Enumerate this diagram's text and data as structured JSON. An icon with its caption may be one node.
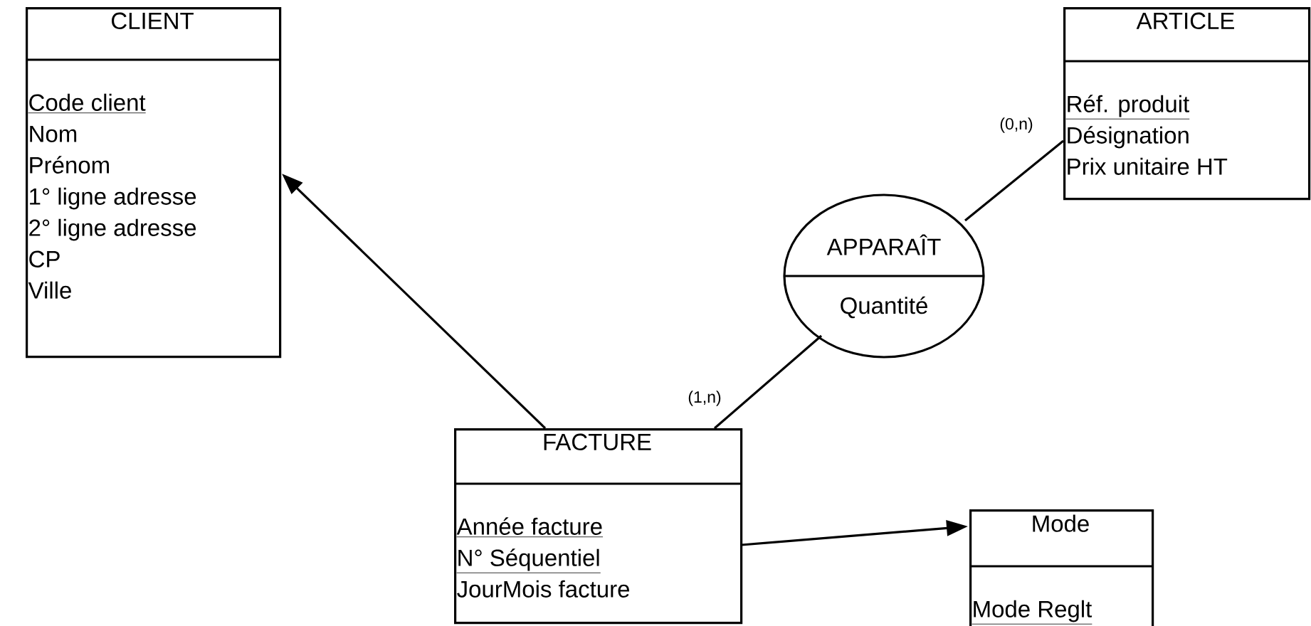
{
  "diagram": {
    "nodes": [
      {
        "text": [
          "CLIENT",
          "Code client",
          "Nom",
          "Prénom",
          "1° ligne adresse",
          "2° ligne adresse",
          "CP",
          "Ville"
        ]
      },
      {
        "text": [
          "ARTICLE",
          "Réf. produit",
          "Désignation",
          "Prix unitaire HT"
        ]
      },
      {
        "text": [
          "APPARAÎT",
          "Quantité"
        ]
      },
      {
        "text": [
          "FACTURE",
          "Année facture",
          "N° Séquentiel",
          "JourMois facture"
        ]
      },
      {
        "text": [
          "Mode",
          "Mode Reglt"
        ]
      }
    ],
    "edges": [
      {
        "from": 3,
        "to": 0,
        "arrow": "to"
      },
      {
        "from": 3,
        "to": 2,
        "arrow": "none",
        "label": "(1,n)"
      },
      {
        "from": 2,
        "to": 1,
        "arrow": "none",
        "label": "(0,n)"
      },
      {
        "from": 3,
        "to": 4,
        "arrow": "to"
      }
    ]
  }
}
